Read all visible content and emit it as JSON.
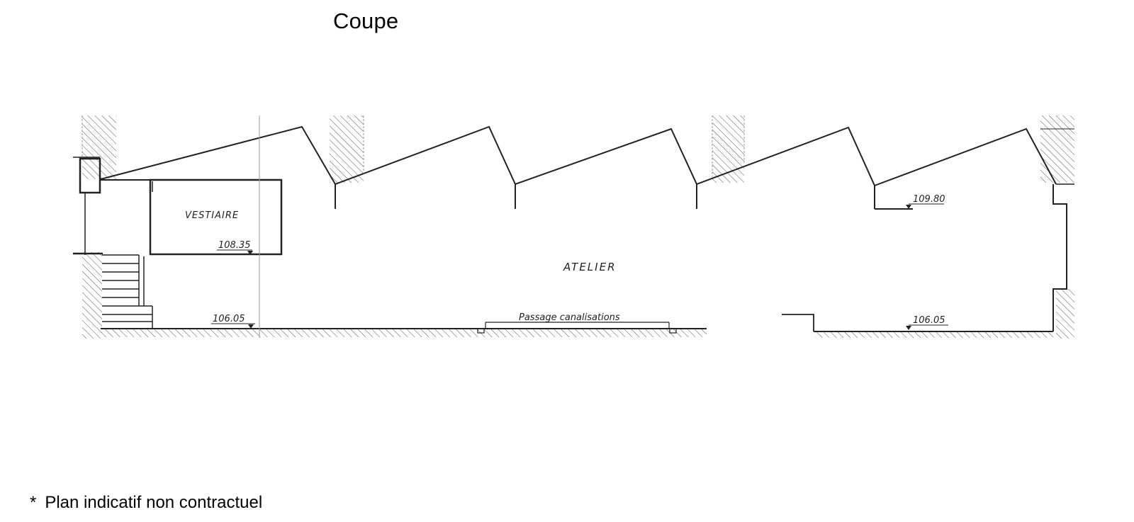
{
  "title": "Coupe",
  "section": {
    "rooms": {
      "vestiaire": "VESTIAIRE",
      "atelier": "ATELIER"
    },
    "levels": {
      "vestiaire_floor": "108.35",
      "ground_left": "106.05",
      "ground_right": "106.05",
      "roof_ridge": "109.80"
    },
    "annotation": "Passage canalisations"
  },
  "footnote": {
    "marker": "*",
    "text": "Plan indicatif non contractuel"
  },
  "colors": {
    "line": "#222222",
    "hatch": "#555555",
    "background": "#ffffff"
  }
}
